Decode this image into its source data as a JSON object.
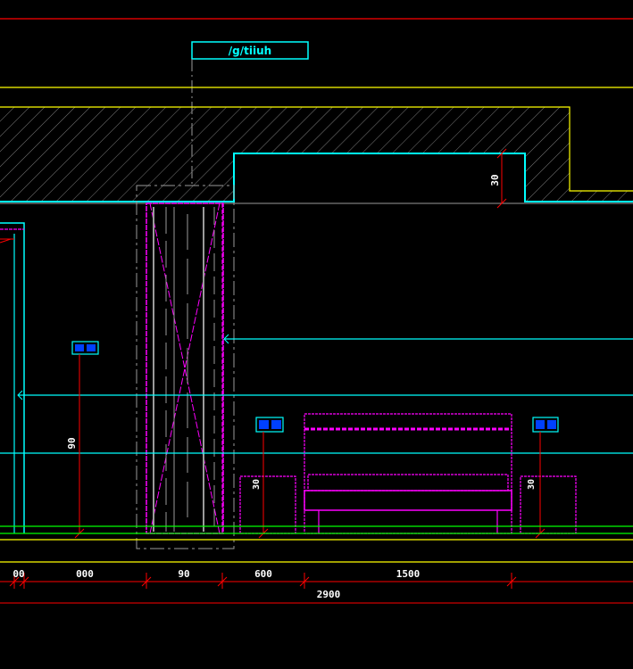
{
  "drawing": {
    "title_label": "/g/tiiuh",
    "height_dimensions": [
      "30",
      "90"
    ],
    "tag_labels": [
      "30",
      "30"
    ],
    "bottom_dimensions": [
      "00",
      "000",
      "90",
      "600",
      "1500"
    ],
    "total_dimension": "2900",
    "colors": {
      "background": "#000000",
      "cyan": "#00ffff",
      "magenta": "#ff00ff",
      "yellow": "#ffff00",
      "red": "#ff0000",
      "green": "#00ff00",
      "gray": "#9a9a9a",
      "blue_fill": "#0040ff",
      "label": "#ffffff"
    }
  }
}
